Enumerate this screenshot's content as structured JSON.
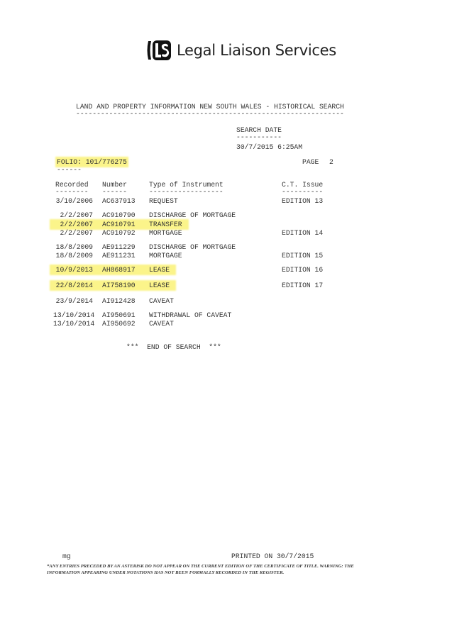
{
  "logo": {
    "text": "Legal Liaison Services",
    "mark": "LS"
  },
  "title": "LAND AND PROPERTY INFORMATION NEW SOUTH WALES - HISTORICAL SEARCH",
  "title_rule": "-----------------------------------------------------------------",
  "search_date": {
    "label": "SEARCH DATE",
    "rule": "-----------",
    "value": "30/7/2015 6:25AM"
  },
  "folio": {
    "label": "FOLIO: 101/776275",
    "rule": "------"
  },
  "page": {
    "label": "PAGE",
    "number": "2"
  },
  "columns": {
    "recorded": "Recorded",
    "recorded_rule": "--------",
    "number": "Number",
    "number_rule": "------",
    "type": "Type of Instrument",
    "type_rule": "------------------",
    "ct": "C.T. Issue",
    "ct_rule": "----------"
  },
  "rows": [
    {
      "recorded": "3/10/2006",
      "number": "AC637913",
      "type": "REQUEST",
      "ct": "EDITION 13",
      "highlight": false
    },
    {
      "recorded": "2/2/2007",
      "number": "AC910790",
      "type": "DISCHARGE OF MORTGAGE",
      "ct": "",
      "highlight": false
    },
    {
      "recorded": "2/2/2007",
      "number": "AC910791",
      "type": "TRANSFER",
      "ct": "",
      "highlight": true
    },
    {
      "recorded": "2/2/2007",
      "number": "AC910792",
      "type": "MORTGAGE",
      "ct": "EDITION 14",
      "highlight": false
    },
    {
      "recorded": "18/8/2009",
      "number": "AE911229",
      "type": "DISCHARGE OF MORTGAGE",
      "ct": "",
      "highlight": false
    },
    {
      "recorded": "18/8/2009",
      "number": "AE911231",
      "type": "MORTGAGE",
      "ct": "EDITION 15",
      "highlight": false
    },
    {
      "recorded": "10/9/2013",
      "number": "AH868917",
      "type": "LEASE",
      "ct": "EDITION 16",
      "highlight": true
    },
    {
      "recorded": "22/8/2014",
      "number": "AI758190",
      "type": "LEASE",
      "ct": "EDITION 17",
      "highlight": true
    },
    {
      "recorded": "23/9/2014",
      "number": "AI912428",
      "type": "CAVEAT",
      "ct": "",
      "highlight": false
    },
    {
      "recorded": "13/10/2014",
      "number": "AI950691",
      "type": "WITHDRAWAL OF CAVEAT",
      "ct": "",
      "highlight": false
    },
    {
      "recorded": "13/10/2014",
      "number": "AI950692",
      "type": "CAVEAT",
      "ct": "",
      "highlight": false
    }
  ],
  "end": "***  END OF SEARCH  ***",
  "footer": {
    "initials": "mg",
    "printed": "PRINTED ON 30/7/2015",
    "note1": "*ANY ENTRIES PRECEDED BY AN ASTERISK DO NOT APPEAR ON THE CURRENT EDITION OF THE CERTIFICATE OF TITLE. WARNING: THE",
    "note2": "INFORMATION APPEARING UNDER NOTATIONS HAS NOT BEEN FORMALLY RECORDED IN THE REGISTER."
  }
}
